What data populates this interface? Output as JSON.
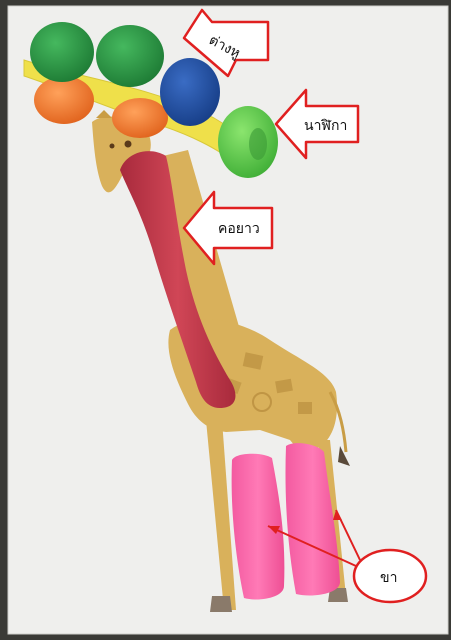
{
  "labels": {
    "ears": "ต่างหู",
    "clock": "นาฬิกา",
    "neck": "คอยาว",
    "legs": "ขา"
  },
  "colors": {
    "paper": "#f1f1ef",
    "giraffe": "#d8b15a",
    "neck_clay": "#c23a4a",
    "leg_clay": "#f0589a",
    "dark_green_clay": "#2a9a45",
    "blue_clay": "#1f4fa8",
    "light_green_clay": "#5ccf4a",
    "orange_clay": "#f07c2c",
    "yellow_clay": "#efe04a",
    "arrow_red": "#e02020"
  }
}
